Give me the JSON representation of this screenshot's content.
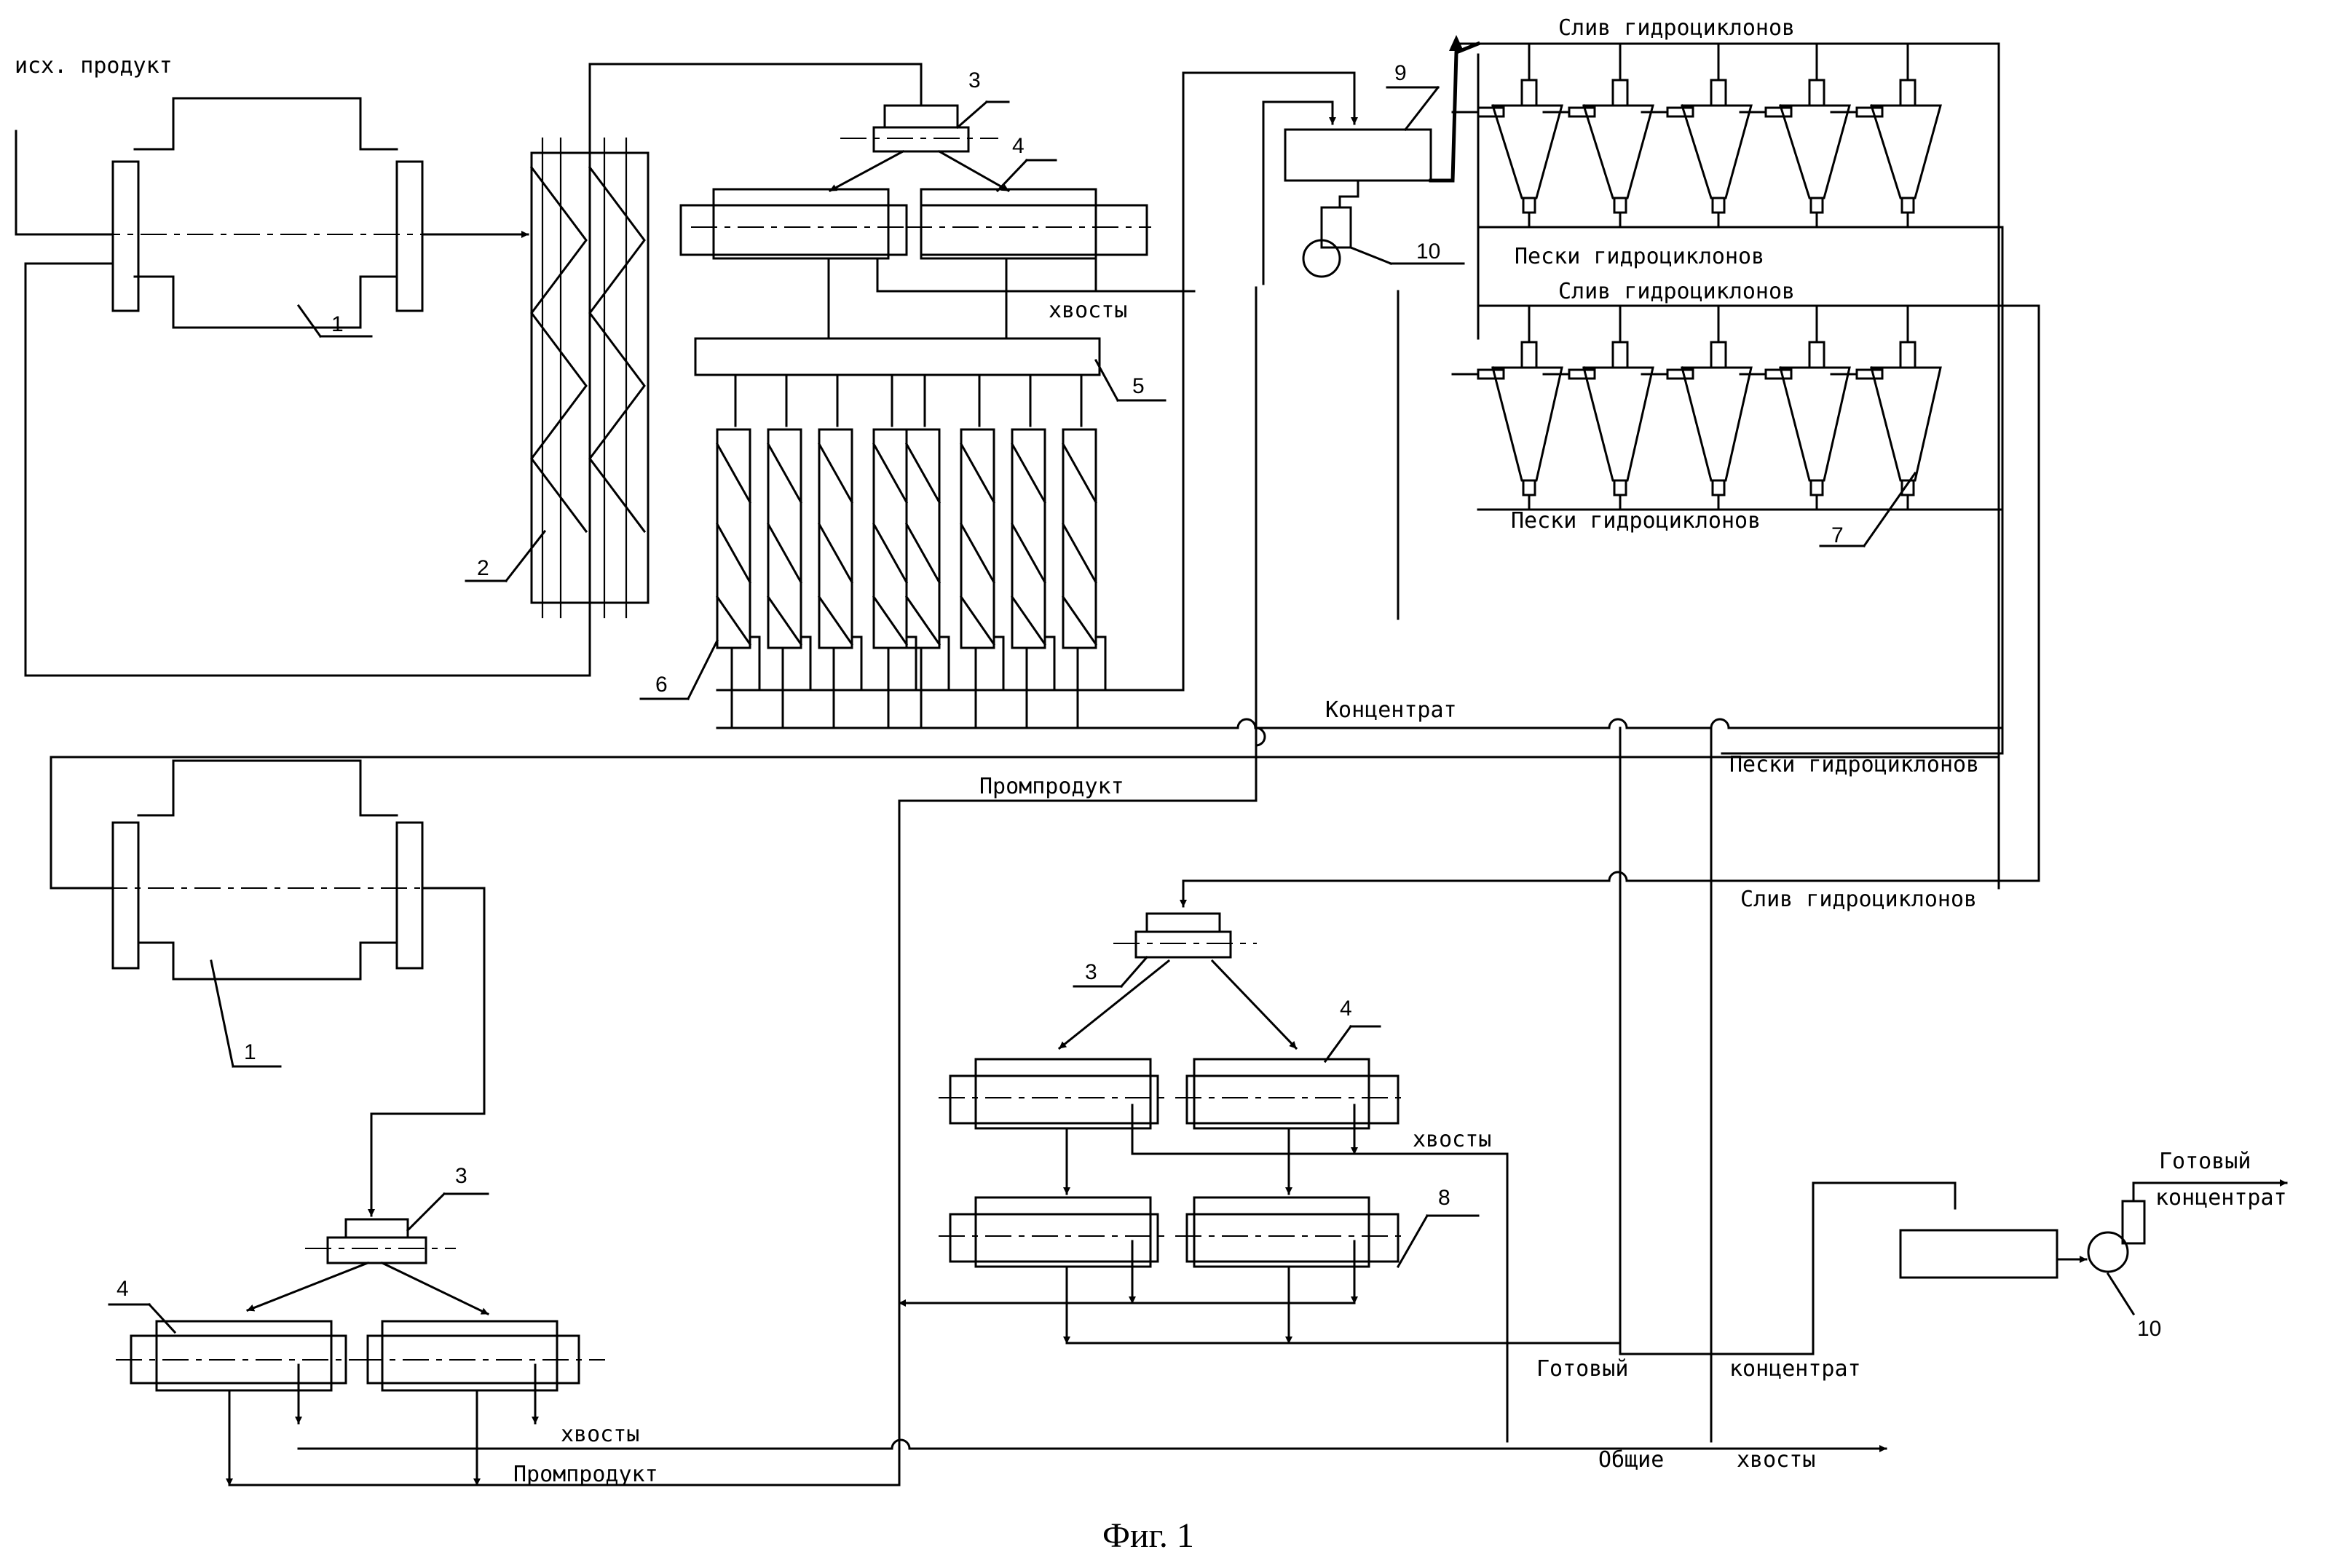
{
  "labels": {
    "source_product": "исх. продукт",
    "overflow_top": "Слив гидроциклонов",
    "sands_upper": "Пески гидроциклонов",
    "overflow_mid": "Слив гидроциклонов",
    "sands_lower": "Пески гидроциклонов",
    "tails_1": "хвосты",
    "concentrate": "Концентрат",
    "middlings_top": "Промпродукт",
    "sands_right": "Пески гидроциклонов",
    "overflow_right": "Слив гидроциклонов",
    "tails_2": "хвосты",
    "finished_concentrate_top": "Готовый",
    "finished_concentrate_bottom": "концентрат",
    "finished_mid_left": "Готовый",
    "finished_mid_right": "концентрат",
    "general_tails_left": "Общие",
    "general_tails_right": "хвосты",
    "tails_3": "хвосты",
    "middlings_bottom": "Промпродукт",
    "figure_caption": "Фиг. 1"
  },
  "numbers": {
    "mill_top": "1",
    "classifier": "2",
    "feeder_top": "3",
    "separator_top": "4",
    "distributor": "5",
    "spirals": "6",
    "cyclones": "7",
    "sump": "9",
    "pump_top": "10",
    "mill_bottom": "1",
    "feeder_bottom_left": "3",
    "separator_bottom_left": "4",
    "feeder_mid": "3",
    "separator_mid": "4",
    "separator_clean": "8",
    "pump_bottom": "10"
  }
}
